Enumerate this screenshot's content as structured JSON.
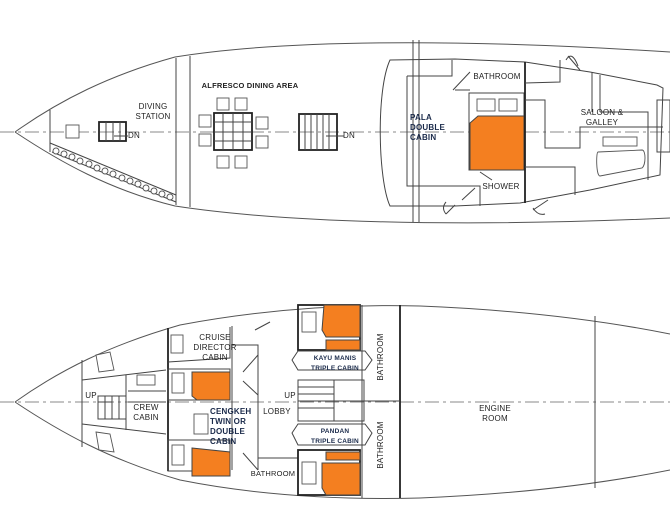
{
  "upper_deck": {
    "labels": {
      "diving_station": "DIVING\nSTATION",
      "dn_1": "DN",
      "alfresco": "ALFRESCO DINING AREA",
      "dn_2": "DN",
      "bathroom": "BATHROOM",
      "pala": "PALA\nDOUBLE\nCABIN",
      "shower": "SHOWER",
      "saloon": "SALOON  &\nGALLEY"
    }
  },
  "lower_deck": {
    "labels": {
      "up_1": "UP",
      "crew": "CREW\nCABIN",
      "cruise_director": "CRUISE\nDIRECTOR\nCABIN",
      "cengkeh": "CENGKEH\nTWIN OR\nDOUBLE\nCABIN",
      "lobby": "LOBBY",
      "up_2": "UP",
      "bathroom_lobby": "BATHROOM",
      "kayu_manis": "KAYU MANIS\nTRIPLE CABIN",
      "pandan": "PANDAN\nTRIPLE CABIN",
      "bathroom_top": "BATHROOM",
      "bathroom_bottom": "BATHROOM",
      "engine": "ENGINE\nROOM"
    }
  },
  "colors": {
    "bed": "#f47f20",
    "line": "#444444",
    "text": "#222222"
  }
}
